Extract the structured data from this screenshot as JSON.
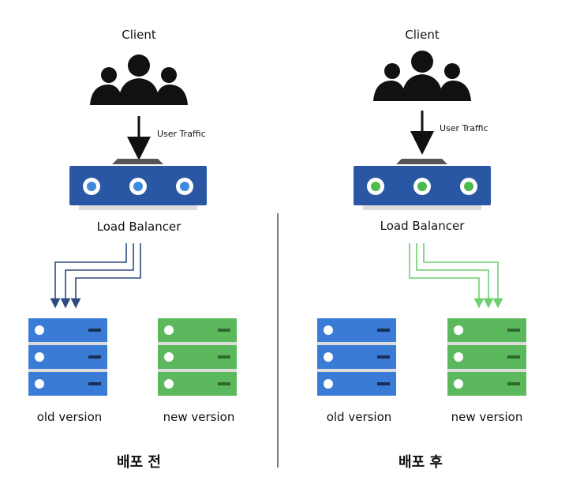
{
  "colors": {
    "blue_server": "#3a7bd5",
    "green_server": "#5cb85c",
    "lb_body": "#2a57a3",
    "lb_dot_before": "#3f8ae0",
    "lb_dot_after": "#4cbb4c",
    "arrow_before": "#2b4c7e",
    "arrow_after": "#6dcf6d"
  },
  "icons": [
    "users-icon",
    "load-balancer-icon",
    "server-stack-icon",
    "arrow-down-icon"
  ],
  "before": {
    "client_label": "Client",
    "traffic_label": "User Traffic",
    "lb_label": "Load Balancer",
    "old_label": "old version",
    "new_label": "new version",
    "caption": "배포 전"
  },
  "after": {
    "client_label": "Client",
    "traffic_label": "User Traffic",
    "lb_label": "Load Balancer",
    "old_label": "old version",
    "new_label": "new version",
    "caption": "배포 후"
  }
}
